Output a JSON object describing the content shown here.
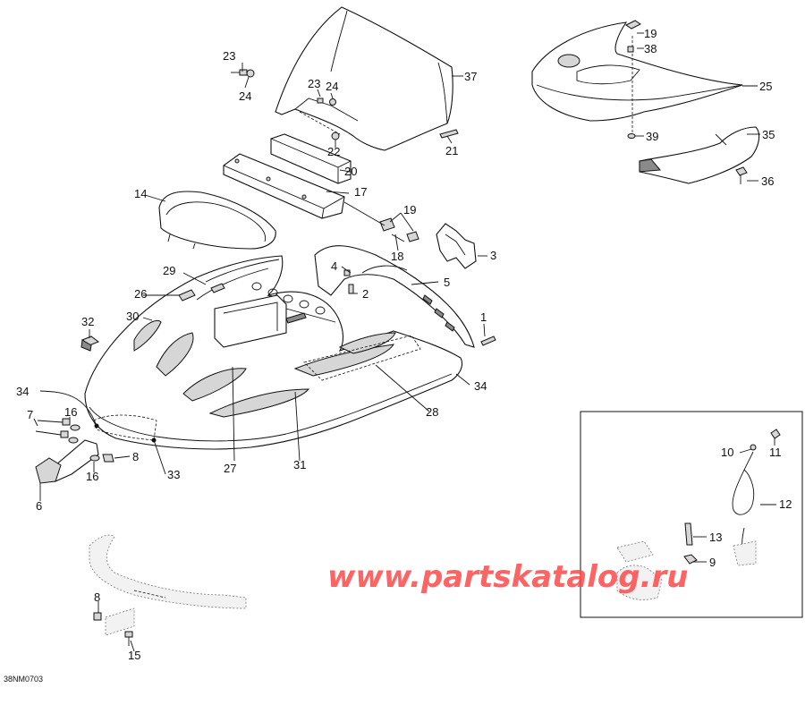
{
  "diagram": {
    "drawing_code": "38NM0703",
    "watermark": "www.partskatalog.ru",
    "callouts": [
      {
        "id": "c1",
        "text": "1"
      },
      {
        "id": "c2",
        "text": "2"
      },
      {
        "id": "c3",
        "text": "3"
      },
      {
        "id": "c4",
        "text": "4"
      },
      {
        "id": "c5",
        "text": "5"
      },
      {
        "id": "c6",
        "text": "6"
      },
      {
        "id": "c7",
        "text": "7"
      },
      {
        "id": "c8a",
        "text": "8"
      },
      {
        "id": "c8b",
        "text": "8"
      },
      {
        "id": "c9",
        "text": "9"
      },
      {
        "id": "c10",
        "text": "10"
      },
      {
        "id": "c11",
        "text": "11"
      },
      {
        "id": "c12",
        "text": "12"
      },
      {
        "id": "c13",
        "text": "13"
      },
      {
        "id": "c14",
        "text": "14"
      },
      {
        "id": "c15",
        "text": "15"
      },
      {
        "id": "c16a",
        "text": "16"
      },
      {
        "id": "c16b",
        "text": "16"
      },
      {
        "id": "c17",
        "text": "17"
      },
      {
        "id": "c18",
        "text": "18"
      },
      {
        "id": "c19a",
        "text": "19"
      },
      {
        "id": "c19b",
        "text": "19"
      },
      {
        "id": "c20",
        "text": "20"
      },
      {
        "id": "c21",
        "text": "21"
      },
      {
        "id": "c22",
        "text": "22"
      },
      {
        "id": "c23a",
        "text": "23"
      },
      {
        "id": "c23b",
        "text": "23"
      },
      {
        "id": "c24a",
        "text": "24"
      },
      {
        "id": "c24b",
        "text": "24"
      },
      {
        "id": "c25",
        "text": "25"
      },
      {
        "id": "c26",
        "text": "26"
      },
      {
        "id": "c27",
        "text": "27"
      },
      {
        "id": "c28",
        "text": "28"
      },
      {
        "id": "c29",
        "text": "29"
      },
      {
        "id": "c30",
        "text": "30"
      },
      {
        "id": "c31",
        "text": "31"
      },
      {
        "id": "c32",
        "text": "32"
      },
      {
        "id": "c33",
        "text": "33"
      },
      {
        "id": "c34a",
        "text": "34"
      },
      {
        "id": "c34b",
        "text": "34"
      },
      {
        "id": "c35",
        "text": "35"
      },
      {
        "id": "c36",
        "text": "36"
      },
      {
        "id": "c37",
        "text": "37"
      },
      {
        "id": "c38",
        "text": "38"
      },
      {
        "id": "c39",
        "text": "39"
      }
    ]
  }
}
